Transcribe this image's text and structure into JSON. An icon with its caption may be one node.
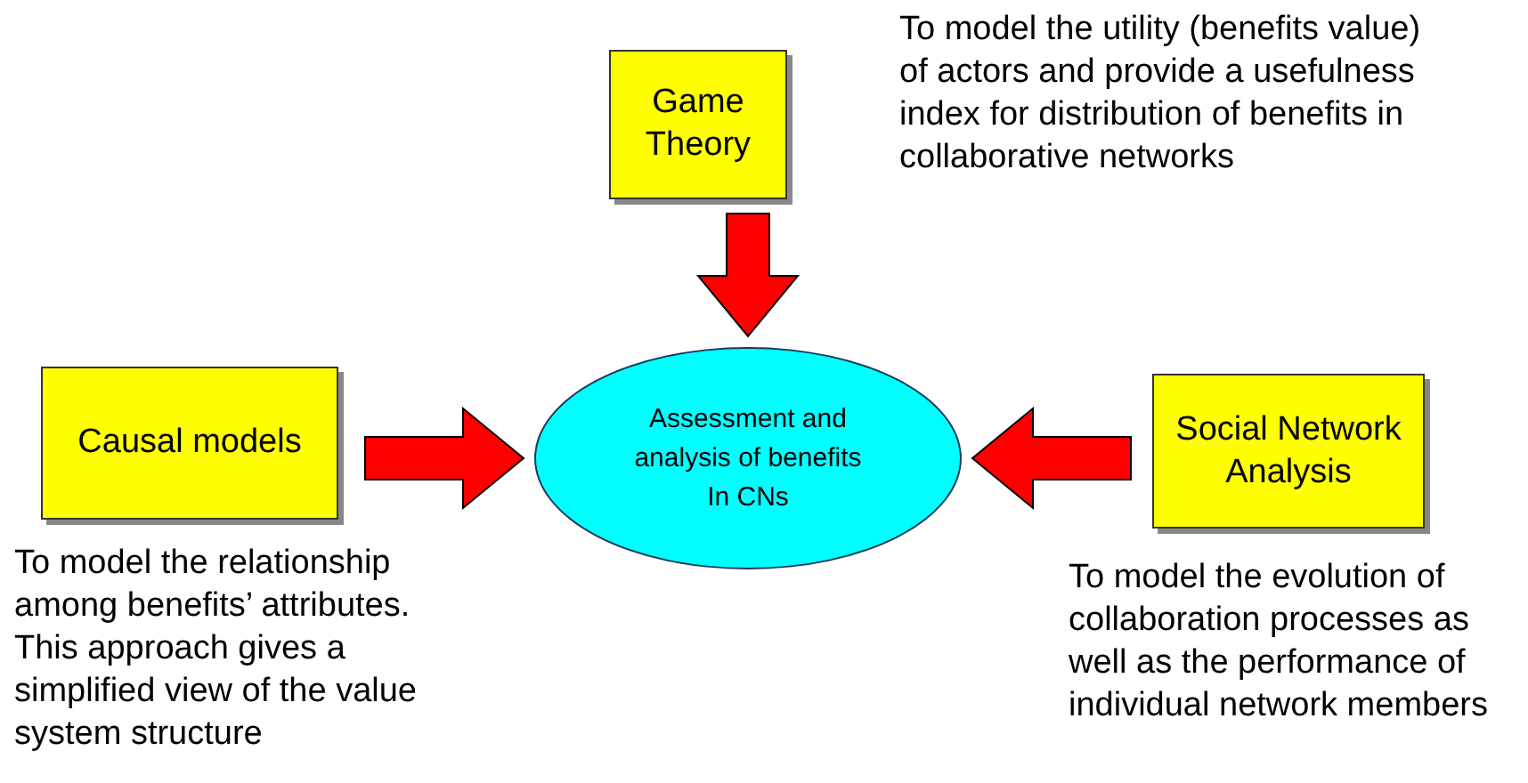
{
  "diagram": {
    "nodes": [
      {
        "text": [
          "Game Theory"
        ],
        "beside": [
          "To model the utility (benefits value) of actors and provide a usefulness index for distribution of benefits in collaborative networks"
        ]
      },
      {
        "text": [
          "Causal models"
        ],
        "beside": [
          "To model the relationship among benefits’ attributes. This approach gives a simplified view of the value system structure"
        ]
      },
      {
        "text": [
          "Assessment and analysis of benefits In CNs"
        ]
      },
      {
        "text": [
          "Social Network Analysis"
        ],
        "beside": [
          "To model the evolution of collaboration processes as well as the performance of individual network members"
        ]
      }
    ],
    "edges": [
      {
        "from": 0,
        "to": 2,
        "arrow": "to",
        "style": "thick",
        "color": "#ff0000"
      },
      {
        "from": 1,
        "to": 2,
        "arrow": "to",
        "style": "thick",
        "color": "#ff0000"
      },
      {
        "from": 3,
        "to": 2,
        "arrow": "to",
        "style": "thick",
        "color": "#ff0000"
      }
    ]
  }
}
